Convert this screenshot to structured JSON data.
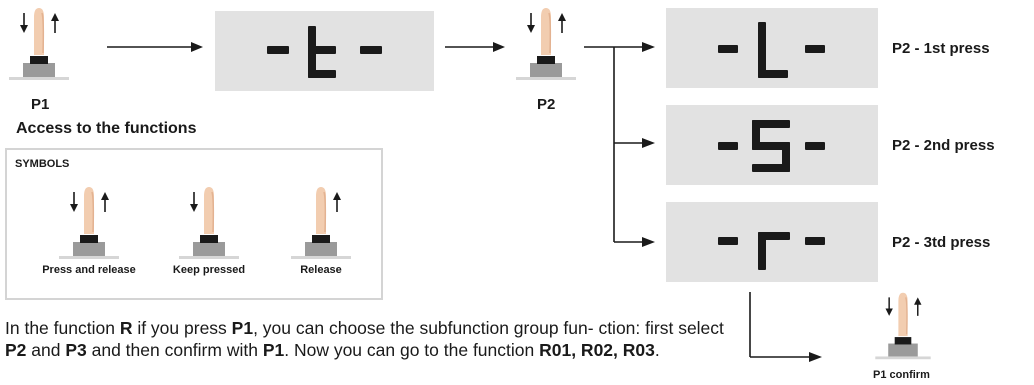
{
  "steps": {
    "p1_label": "P1",
    "p1_caption": "Access to the functions",
    "p2_label": "P2"
  },
  "displays": [
    {
      "glyph": "t"
    },
    {
      "glyph": "L",
      "caption": "P2 - 1st press"
    },
    {
      "glyph": "S",
      "caption": "P2 - 2nd press"
    },
    {
      "glyph": "r",
      "caption": "P2 - 3td press"
    }
  ],
  "symbols": {
    "title": "SYMBOLS",
    "items": [
      {
        "label": "Press and release",
        "type": "press-release"
      },
      {
        "label": "Keep pressed",
        "type": "keep-pressed"
      },
      {
        "label": "Release",
        "type": "release"
      }
    ]
  },
  "instruction": {
    "t1": "In the function ",
    "b1": "R",
    "t2": " if you press ",
    "b2": "P1",
    "t3": ", you can choose the subfunction group fun- ction: first select ",
    "b3": "P2",
    "t4": " and ",
    "b4": "P3",
    "t5": " and then confirm with ",
    "b5": "P1",
    "t6": ". Now you can go to the function ",
    "b6": "R01, R02, R03",
    "t7": "."
  },
  "confirm_label": "P1 confirm",
  "colors": {
    "panel": "#e2e2e2",
    "finger": "#f2cdb0",
    "cap": "#1a1a1a",
    "base": "#9a9a9a",
    "plate": "#d6d6d6",
    "symbol_border": "#d4d4d4"
  }
}
